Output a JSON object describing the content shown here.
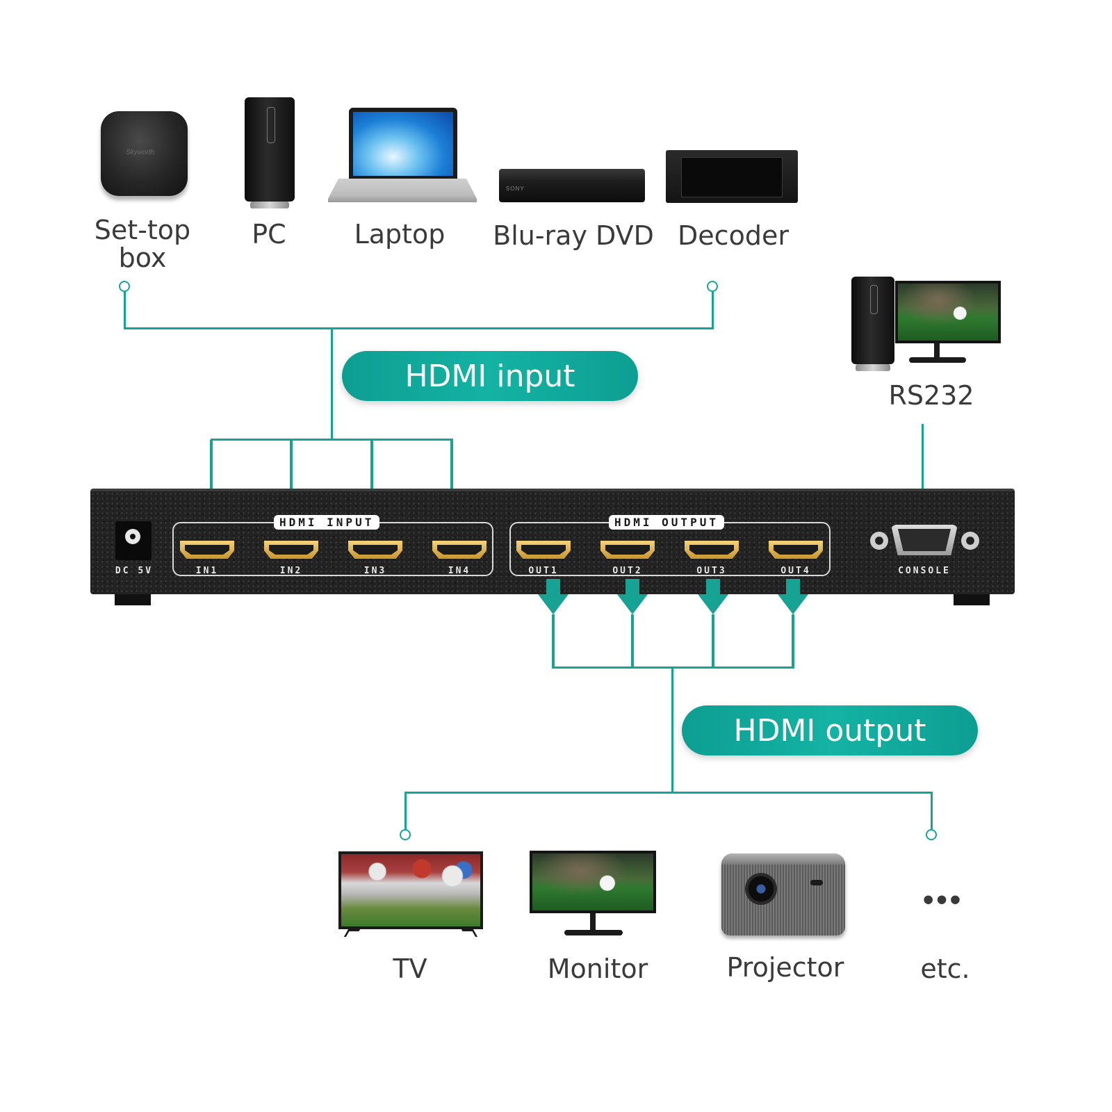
{
  "sources": [
    {
      "line1": "Set-top",
      "line2": "box"
    },
    {
      "label": "PC"
    },
    {
      "label": "Laptop"
    },
    {
      "label": "Blu-ray DVD"
    },
    {
      "label": "Decoder"
    }
  ],
  "brands": {
    "settop": "Skyworth",
    "bluray": "SONY"
  },
  "input_pill": "HDMI input",
  "output_pill": "HDMI output",
  "control": {
    "label": "RS232"
  },
  "switch": {
    "input_group": "HDMI INPUT",
    "output_group": "HDMI OUTPUT",
    "inputs": [
      "IN1",
      "IN2",
      "IN3",
      "IN4"
    ],
    "outputs": [
      "OUT1",
      "OUT2",
      "OUT3",
      "OUT4"
    ],
    "power": "DC 5V",
    "console": "CONSOLE"
  },
  "displays": [
    {
      "label": "TV"
    },
    {
      "label": "Monitor"
    },
    {
      "label": "Projector"
    },
    {
      "label": "etc.",
      "symbol": "•••"
    }
  ],
  "colors": {
    "accent": "#17a394",
    "port_gold": "#d9a23a",
    "chassis": "#222222"
  }
}
